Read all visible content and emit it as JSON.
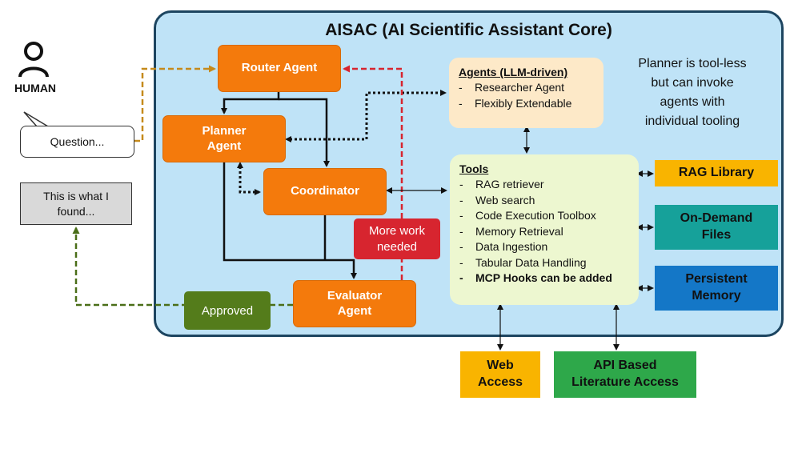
{
  "title": "AISAC (AI Scientific Assistant Core)",
  "human": {
    "label": "HUMAN",
    "question": "Question...",
    "answer": "This is what I\nfound..."
  },
  "agents_flow": {
    "router": "Router Agent",
    "planner": "Planner\nAgent",
    "coordinator": "Coordinator",
    "evaluator": "Evaluator\nAgent",
    "more_work": "More work\nneeded",
    "approved": "Approved"
  },
  "agents_box": {
    "heading": "Agents (LLM-driven)",
    "items": [
      "Researcher Agent",
      "Flexibly Extendable"
    ]
  },
  "planner_note": "Planner is tool-less but can invoke agents with individual tooling",
  "tools_box": {
    "heading": "Tools",
    "items": [
      "RAG retriever",
      "Web search",
      "Code Execution Toolbox",
      "Memory Retrieval",
      "Data Ingestion",
      "Tabular Data Handling"
    ],
    "bold_item": "MCP Hooks can be added"
  },
  "resources": {
    "rag_library": "RAG Library",
    "on_demand_files": "On-Demand\nFiles",
    "persistent_memory": "Persistent\nMemory",
    "web_access": "Web\nAccess",
    "api_literature": "API Based\nLiterature Access"
  },
  "colors": {
    "agent_orange": "#f47a0c",
    "core_fill": "#bfe3f7",
    "more_work_red": "#d7252f",
    "approved_green": "#547c1b",
    "rag_yellow": "#f9b400",
    "ondemand_teal": "#16a19a",
    "persistent_blue": "#1477c7",
    "api_green": "#2ea84a"
  }
}
